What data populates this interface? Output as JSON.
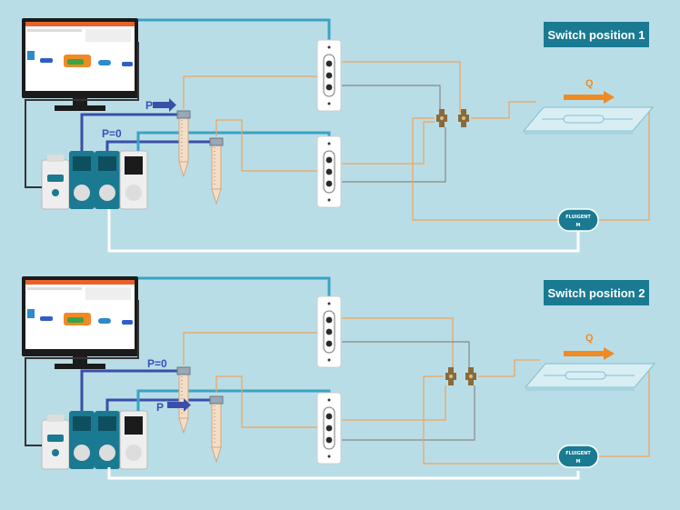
{
  "panels": [
    {
      "title": "Switch position 1",
      "left_label": "P",
      "right_label": "P=0",
      "flow_label": "Q",
      "sensor_logo": "FLUIGENT",
      "sensor_id": "M"
    },
    {
      "title": "Switch position 2",
      "left_label": "P=0",
      "right_label": "P",
      "flow_label": "Q",
      "sensor_logo": "FLUIGENT",
      "sensor_id": "M"
    }
  ],
  "colors": {
    "background": "#b9dde6",
    "tube_blue": "#3aa3c4",
    "tube_navy": "#3a4fa8",
    "tube_orange": "#f0a45a",
    "tube_grey": "#888888",
    "device_teal": "#1a7a91",
    "label_box": "#1a7a91"
  }
}
